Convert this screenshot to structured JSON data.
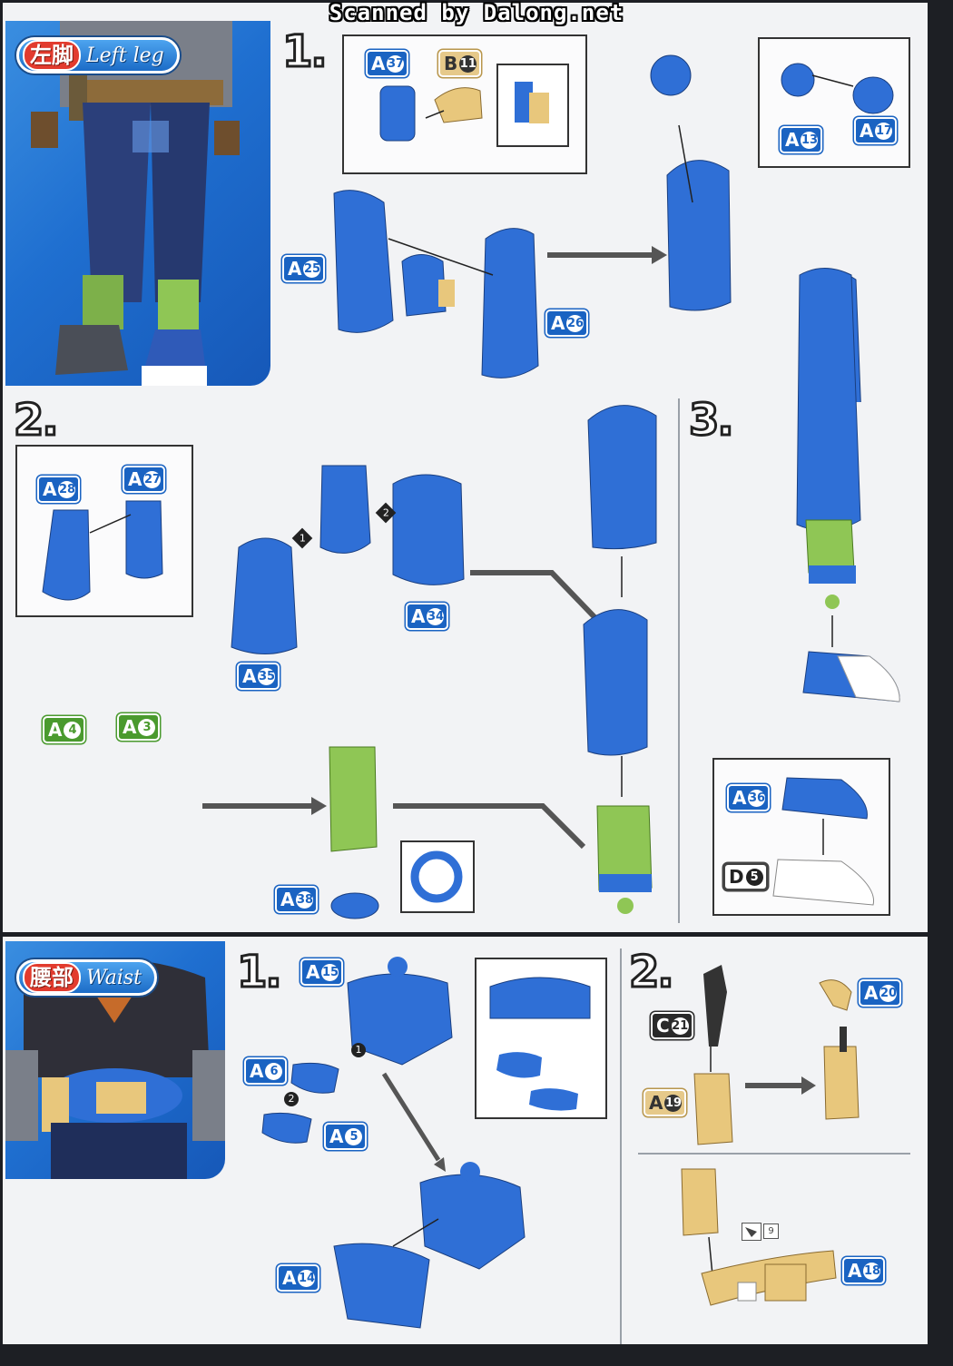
{
  "header": {
    "scanned_text": "Scanned by Dalong.net"
  },
  "left_leg": {
    "section_jp": "左脚",
    "section_en": "Left leg",
    "step1": "1.",
    "step2": "2.",
    "step3": "3.",
    "labels": {
      "a37": {
        "letter": "A",
        "num": "37"
      },
      "b11": {
        "letter": "B",
        "num": "11"
      },
      "a13": {
        "letter": "A",
        "num": "13"
      },
      "a17": {
        "letter": "A",
        "num": "17"
      },
      "a25": {
        "letter": "A",
        "num": "25"
      },
      "a26": {
        "letter": "A",
        "num": "26"
      },
      "a28": {
        "letter": "A",
        "num": "28"
      },
      "a27": {
        "letter": "A",
        "num": "27"
      },
      "a34": {
        "letter": "A",
        "num": "34"
      },
      "a35": {
        "letter": "A",
        "num": "35"
      },
      "a4": {
        "letter": "A",
        "num": "4"
      },
      "a3": {
        "letter": "A",
        "num": "3"
      },
      "a38": {
        "letter": "A",
        "num": "38"
      },
      "a36": {
        "letter": "A",
        "num": "36"
      },
      "d5": {
        "letter": "D",
        "num": "5"
      }
    }
  },
  "waist": {
    "section_jp": "腰部",
    "section_en": "Waist",
    "step1": "1.",
    "step2": "2.",
    "labels": {
      "a15": {
        "letter": "A",
        "num": "15"
      },
      "a6": {
        "letter": "A",
        "num": "6"
      },
      "a5": {
        "letter": "A",
        "num": "5"
      },
      "a14": {
        "letter": "A",
        "num": "14"
      },
      "c21": {
        "letter": "C",
        "num": "21"
      },
      "a20": {
        "letter": "A",
        "num": "20"
      },
      "a19": {
        "letter": "A",
        "num": "19"
      },
      "a18": {
        "letter": "A",
        "num": "18"
      }
    },
    "sticker_number": "9",
    "order_marks": [
      "1",
      "2"
    ]
  },
  "leg_order_marks": [
    "1",
    "2"
  ],
  "colors": {
    "blue_part": "#2f6fd6",
    "green_part": "#8fc655",
    "tan_part": "#e8c77c",
    "label_blue": "#1a63c2"
  }
}
